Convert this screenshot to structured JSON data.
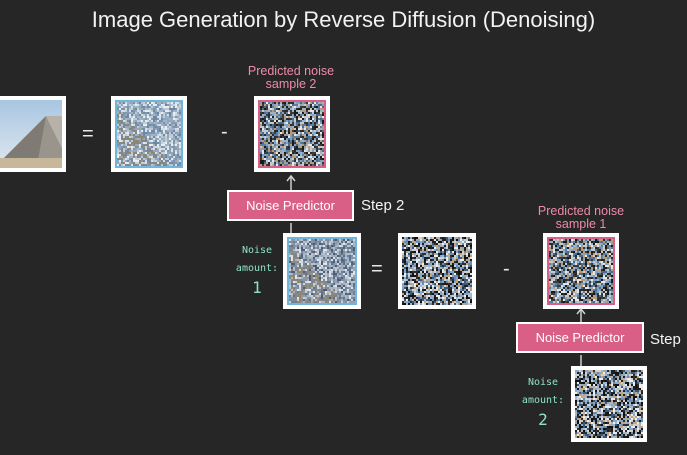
{
  "title": "Image Generation by Reverse Diffusion (Denoising)",
  "operators": {
    "equals": "=",
    "minus": "-"
  },
  "step2": {
    "predicted_label_line1": "Predicted noise",
    "predicted_label_line2": "sample 2",
    "noise_predictor": "Noise Predictor",
    "step_label": "Step 2",
    "noise_amount_label1": "Noise",
    "noise_amount_label2": "amount:",
    "noise_amount_value": "1"
  },
  "step1": {
    "predicted_label_line1": "Predicted noise",
    "predicted_label_line2": "sample 1",
    "noise_predictor": "Noise Predictor",
    "step_label": "Step",
    "noise_amount_label1": "Noise",
    "noise_amount_label2": "amount:",
    "noise_amount_value": "2"
  },
  "colors": {
    "background": "#262626",
    "accent_pink": "#d95f86",
    "label_pink": "#f08aa8",
    "frame_blue": "#6fb6d8",
    "mono_green": "#8fe3c3"
  },
  "images": {
    "output_image": "pyramid-photo",
    "denoised_image": "lightly-noisy-image",
    "noise_sample_2": "noise-pattern",
    "noisy_image_1": "noisy-image",
    "noise_sample_1": "noise-pattern",
    "noisy_image_2": "pure-noise-image"
  }
}
